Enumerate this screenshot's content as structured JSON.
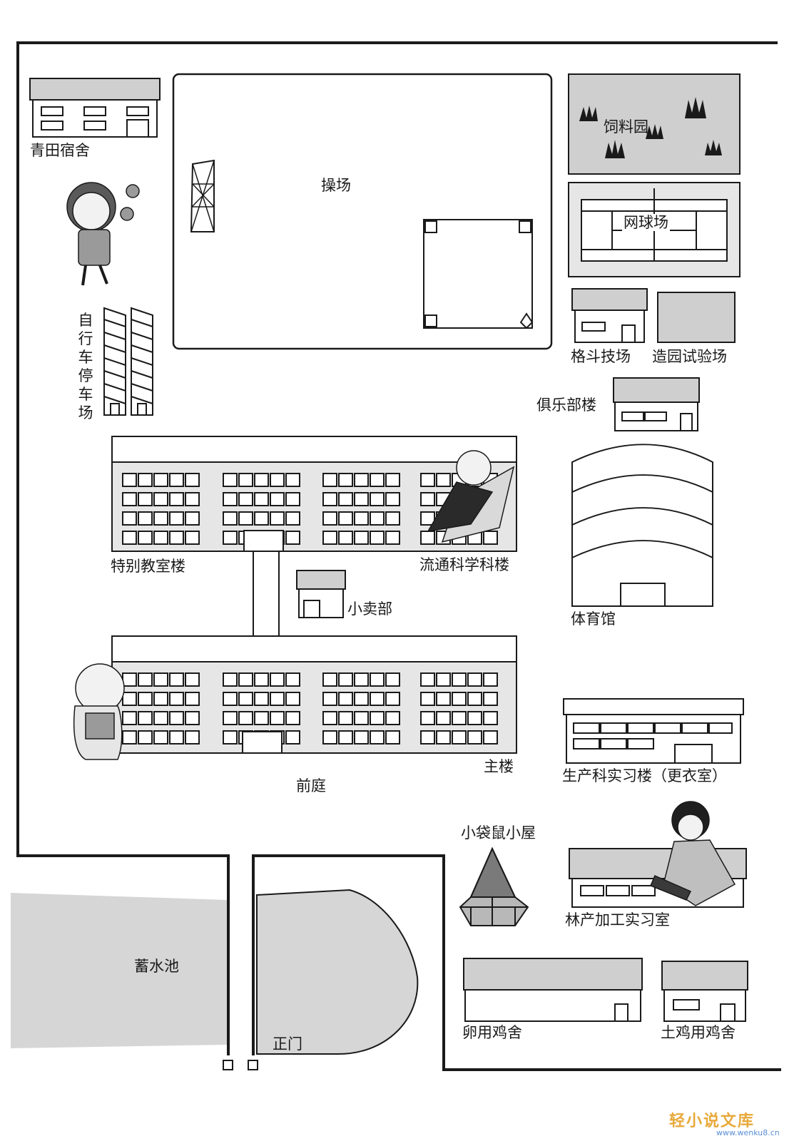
{
  "map": {
    "areas": {
      "dorm": "青田宿舍",
      "playground": "操场",
      "feed_garden": "饲料园",
      "tennis_court": "网球场",
      "bike_parking": "自行车停车场",
      "martial_arts": "格斗技场",
      "landscape_test": "造园试验场",
      "club_building": "俱乐部楼",
      "special_classroom": "特别教室楼",
      "distribution_science": "流通科学科楼",
      "kiosk": "小卖部",
      "gym": "体育馆",
      "main_building": "主楼",
      "production_building": "生产科实习楼（更衣室）",
      "front_yard": "前庭",
      "hamster_house": "小袋鼠小屋",
      "forestry_room": "林产加工实习室",
      "reservoir": "蓄水池",
      "egg_coop": "卵用鸡舍",
      "local_coop": "土鸡用鸡舍",
      "main_gate": "正门"
    },
    "watermark": {
      "text": "轻小说文库",
      "url": "www.wenku8.cn"
    },
    "colors": {
      "line": "#1a1a1a",
      "gray_fill": "#cfcfcf",
      "light_fill": "#e6e6e6",
      "water": "#d6d6d6"
    }
  }
}
